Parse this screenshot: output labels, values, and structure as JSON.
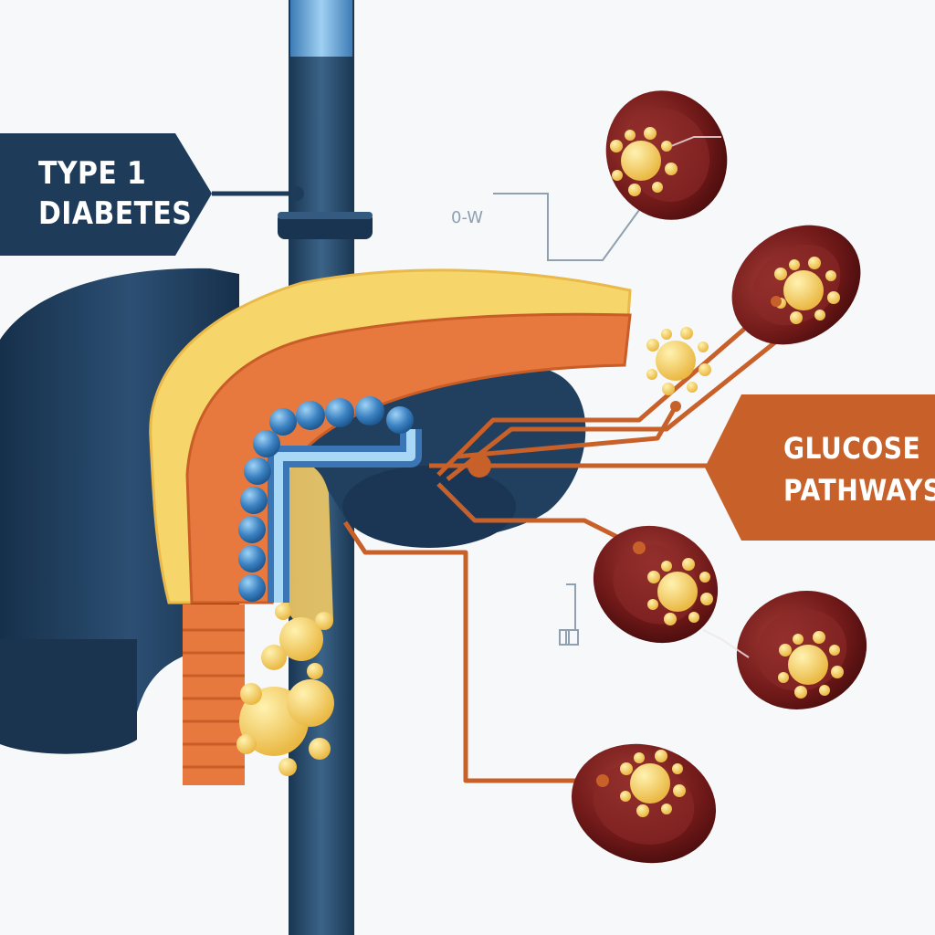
{
  "labels": {
    "left_banner": [
      "TYPE 1",
      "DIABETES"
    ],
    "right_banner": [
      "GLUCOSE",
      "PATHWAYS"
    ],
    "small_mark": "0-W"
  },
  "colors": {
    "navy": "#1f3b5a",
    "orange": "#c8602a",
    "pancreas_orange": "#e8793e",
    "pancreas_yellow": "#f6d66a",
    "duct_blue": "#3f86c4",
    "cell_red": "#7a1e1e",
    "glucose_yellow": "#f2cf55"
  }
}
